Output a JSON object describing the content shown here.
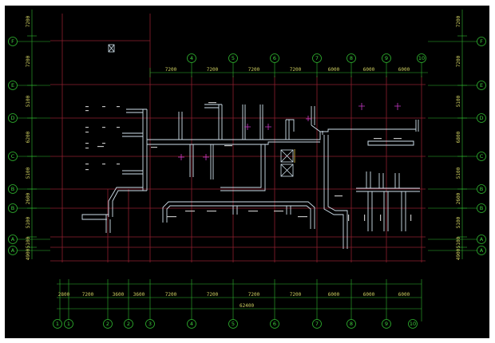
{
  "drawing": {
    "top_dims": [
      "7200",
      "7200",
      "7200",
      "7200",
      "6000",
      "6000",
      "6000"
    ],
    "bottom_dims": [
      "2800",
      "7200",
      "3600",
      "3600",
      "7200",
      "7200",
      "7200",
      "7200",
      "6000",
      "6000",
      "6000"
    ],
    "total_dim": "62400",
    "left_dims": [
      "7200",
      "7200",
      "5100",
      "6200",
      "5100",
      "2600",
      "5100",
      "5100",
      "4900"
    ],
    "right_dims": [
      "7200",
      "7200",
      "5100",
      "6800",
      "5100",
      "2600",
      "5100",
      "5100",
      "4900"
    ],
    "top_axes": [
      "4",
      "5",
      "6",
      "7",
      "8",
      "9",
      "10"
    ],
    "bottom_axes": [
      "1",
      "1",
      "2",
      "2",
      "3",
      "4",
      "5",
      "6",
      "7",
      "8",
      "9",
      "10"
    ],
    "left_axes": [
      "F",
      "E",
      "D",
      "C",
      "B",
      "B",
      "A",
      "A"
    ],
    "right_axes": [
      "F",
      "E",
      "D",
      "C",
      "B",
      "B",
      "A",
      "A"
    ]
  },
  "colors": {
    "grid": "#8f1f2f",
    "dimension": "#2fb52f",
    "duct": "#cfe0ec",
    "accent": "#c83ac8"
  }
}
